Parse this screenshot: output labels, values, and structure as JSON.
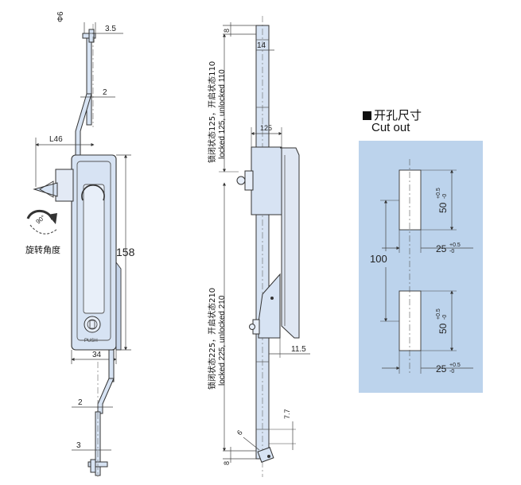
{
  "colors": {
    "metal_fill": "#d7e3f3",
    "panel_fill": "#bcd3ec",
    "outline": "#333333",
    "dim_line": "#444444",
    "slot_fill": "#ffffff"
  },
  "front_view": {
    "d6": "Φ6",
    "d3_5": "3.5",
    "d2_top": "2",
    "dL46": "L46",
    "d158": "158",
    "d34": "34",
    "d2_bottom": "2",
    "d3": "3",
    "rotation_label": "旋转角度",
    "rotation_angle": "90°",
    "push_label": "PUSH"
  },
  "side_view": {
    "d8_top": "8",
    "d14": "14",
    "d125": "125",
    "text_upper_zh": "锁闭状态125，开启状态110",
    "text_upper_en": "locked 125, unlocked 110",
    "text_lower_zh": "锁闭状态225，开启状态210",
    "text_lower_en": "locked 225, unlocked 210",
    "d11_5": "11.5",
    "d7_7": "7.7",
    "d6": "6",
    "d8_bottom": "8"
  },
  "cutout": {
    "title_zh": "开孔尺寸",
    "title_en": "Cut out",
    "d50_upper": "50",
    "tol50_upper_plus": "+0.5",
    "tol50_upper_minus": "-0",
    "d25_upper": "25",
    "tol25_upper_plus": "+0.5",
    "tol25_upper_minus": "-0",
    "d100": "100",
    "d50_lower": "50",
    "tol50_lower_plus": "+0.5",
    "tol50_lower_minus": "-0",
    "d25_lower": "25",
    "tol25_lower_plus": "+0.5",
    "tol25_lower_minus": "-0"
  }
}
